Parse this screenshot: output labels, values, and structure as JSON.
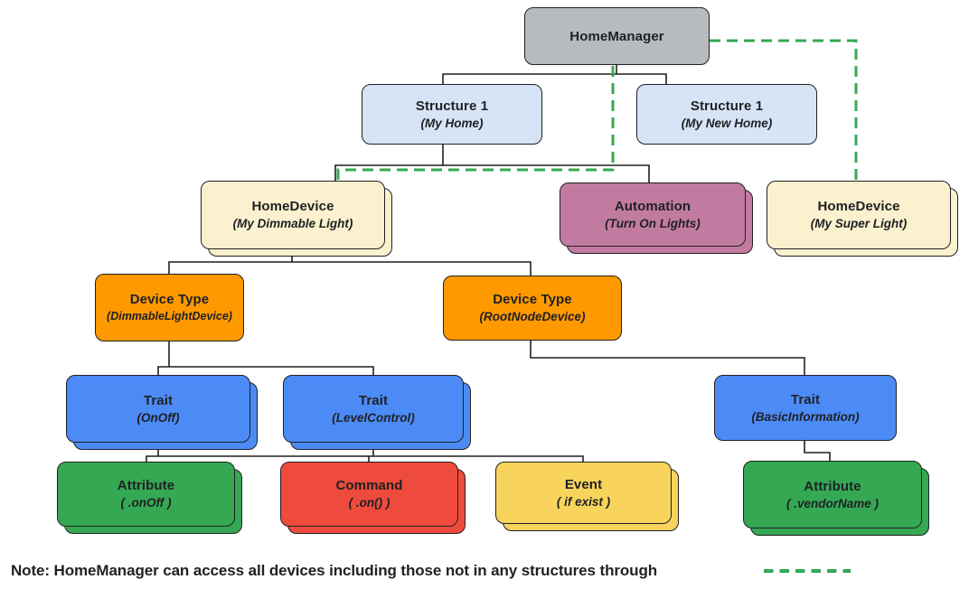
{
  "nodes": [
    {
      "id": "homemanager",
      "title": "HomeManager",
      "subtitle": "",
      "color": "#B7BBBF"
    },
    {
      "id": "structure-my-home",
      "title": "Structure 1",
      "subtitle": "(My Home)",
      "color": "#D6E4F6"
    },
    {
      "id": "structure-my-new-home",
      "title": "Structure 1",
      "subtitle": "(My New Home)",
      "color": "#D6E4F6"
    },
    {
      "id": "homedevice-my-dimmable-light",
      "title": "HomeDevice",
      "subtitle": "(My Dimmable Light)",
      "color": "#FCF1CF"
    },
    {
      "id": "automation-turn-on-lights",
      "title": "Automation",
      "subtitle": "(Turn On Lights)",
      "color": "#C27BA0"
    },
    {
      "id": "homedevice-my-super-light",
      "title": "HomeDevice",
      "subtitle": "(My Super Light)",
      "color": "#FCF1CF"
    },
    {
      "id": "devicetype-dimmablelightdevice",
      "title": "Device Type",
      "subtitle": "(DimmableLightDevice)",
      "color": "#FF9900"
    },
    {
      "id": "devicetype-rootnodedevice",
      "title": "Device Type",
      "subtitle": "(RootNodeDevice)",
      "color": "#FF9900"
    },
    {
      "id": "trait-onoff",
      "title": "Trait",
      "subtitle": "(OnOff)",
      "color": "#4C8BF5"
    },
    {
      "id": "trait-levelcontrol",
      "title": "Trait",
      "subtitle": "(LevelControl)",
      "color": "#4C8BF5"
    },
    {
      "id": "trait-basicinformation",
      "title": "Trait",
      "subtitle": "(BasicInformation)",
      "color": "#4C8BF5"
    },
    {
      "id": "attribute-onoff",
      "title": "Attribute",
      "subtitle": "( .onOff )",
      "color": "#34A853"
    },
    {
      "id": "command-on",
      "title": "Command",
      "subtitle": "( .on() )",
      "color": "#EE4B3C"
    },
    {
      "id": "event-if-exist",
      "title": "Event",
      "subtitle": "( if exist )",
      "color": "#F9D45C"
    },
    {
      "id": "attribute-vendorname",
      "title": "Attribute",
      "subtitle": "( .vendorName )",
      "color": "#34A853"
    }
  ],
  "note": {
    "text": "Note: HomeManager can access all devices including those not in any structures through"
  },
  "colors": {
    "connector": "#1F1F1F",
    "dashed_link": "#34A853",
    "node_border": "#202124",
    "background": "#FFFFFF"
  }
}
